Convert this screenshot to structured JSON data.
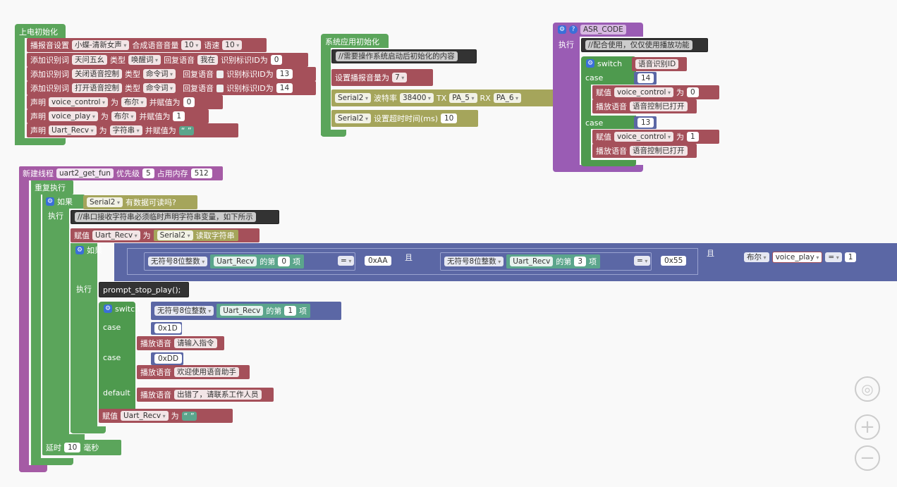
{
  "init_block": {
    "title": "上电初始化",
    "rows": [
      [
        "播报音设置",
        "小蝶-清新女声",
        "合成语音音量",
        "10",
        "语速",
        "10"
      ],
      [
        "添加识别词",
        "天问五幺",
        "类型",
        "唤醒词",
        "回复语音",
        "我在",
        "识别标识ID为",
        "0"
      ],
      [
        "添加识别词",
        "关闭语音控制",
        "类型",
        "命令词",
        "回复语音",
        "识别标识ID为",
        "13"
      ],
      [
        "添加识别词",
        "打开语音控制",
        "类型",
        "命令词",
        "回复语音",
        "识别标识ID为",
        "14"
      ],
      [
        "声明",
        "voice_control",
        "为",
        "布尔",
        "并赋值为",
        "0"
      ],
      [
        "声明",
        "voice_play",
        "为",
        "布尔",
        "并赋值为",
        "1"
      ],
      [
        "声明",
        "Uart_Recv",
        "为",
        "字符串",
        "并赋值为",
        "“ ”"
      ]
    ]
  },
  "app_block": {
    "title": "系统应用初始化",
    "comment": "//需要操作系统启动后初始化的内容",
    "volume_label": "设置播报音量为",
    "volume_value": "7",
    "serial_label": "Serial2",
    "baud_label": "波特率",
    "baud_value": "38400",
    "tx_label": "TX",
    "tx_value": "PA_5",
    "rx_label": "RX",
    "rx_value": "PA_6",
    "timeout_label": "设置超时时间(ms)",
    "timeout_value": "10"
  },
  "asr_block": {
    "title": "ASR_CODE",
    "exec": "执行",
    "comment": "//配合使用，仅仅使用播放功能",
    "switch": "switch",
    "switch_value": "语音识别ID",
    "case": "case",
    "cases": [
      {
        "value": "14",
        "assign": "赋值",
        "var": "voice_control",
        "to": "为",
        "val": "0",
        "play": "播放语音",
        "text": "语音控制已打开"
      },
      {
        "value": "13",
        "assign": "赋值",
        "var": "voice_control",
        "to": "为",
        "val": "1",
        "play": "播放语音",
        "text": "语音控制已打开"
      }
    ]
  },
  "thread_block": {
    "title": "新建线程",
    "name": "uart2_get_fun",
    "priority_label": "优先级",
    "priority": "5",
    "mem_label": "占用内存",
    "mem": "512",
    "repeat": "重复执行",
    "if": "如果",
    "serial": "Serial2",
    "readable": "有数据可读吗?",
    "exec": "执行",
    "comment": "//串口接收字符串必须临时声明字符串变量，如下所示",
    "assign": "赋值",
    "var": "Uart_Recv",
    "to": "为",
    "read_str": "读取字符串",
    "if2": "如果",
    "cond": {
      "type": "无符号8位整数",
      "of": "的第",
      "item": "项",
      "idx1": "0",
      "eq": "=",
      "val1": "0xAA",
      "and": "且",
      "idx2": "3",
      "val2": "0x55",
      "bool": "布尔",
      "play_var": "voice_play",
      "val3": "1"
    },
    "prompt": "prompt_stop_play();",
    "switch": "switch",
    "switch_idx": "1",
    "case": "case",
    "cases": [
      {
        "value": "0x1D",
        "play": "播放语音",
        "text": "请输入指令"
      },
      {
        "value": "0xDD",
        "play": "播放语音",
        "text": "欢迎使用语音助手"
      }
    ],
    "default": "default",
    "default_play": "播放语音",
    "default_text": "出错了，请联系工作人员",
    "reset_assign": "赋值",
    "reset_to": "为",
    "delay": "延时",
    "delay_value": "10",
    "ms": "毫秒"
  },
  "controls": {
    "target_icon": "crosshair-icon",
    "zoom_in_icon": "plus-icon",
    "zoom_out_icon": "minus-icon"
  }
}
